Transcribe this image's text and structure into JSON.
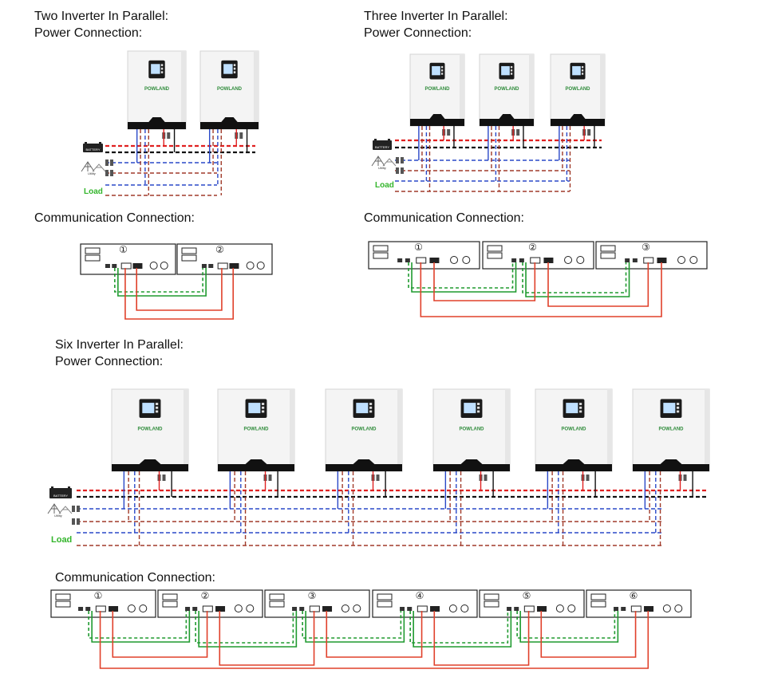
{
  "sections": {
    "two": {
      "title": "Two Inverter In Parallel:",
      "subtitle": "Power Connection:",
      "comm_title": "Communication Connection:",
      "comm_numbers": [
        "①",
        "②"
      ]
    },
    "three": {
      "title": "Three Inverter In Parallel:",
      "subtitle": "Power Connection:",
      "comm_title": "Communication Connection:",
      "comm_numbers": [
        "①",
        "②",
        "③"
      ]
    },
    "six": {
      "title": "Six Inverter In Parallel:",
      "subtitle": "Power Connection:",
      "comm_title": "Communication Connection:",
      "comm_numbers": [
        "①",
        "②",
        "③",
        "④",
        "⑤",
        "⑥"
      ]
    }
  },
  "labels": {
    "brand": "POWLAND",
    "load": "Load",
    "battery": "BATTERY",
    "utility": "Utility"
  },
  "colors": {
    "battery_pos": "#e02020",
    "battery_neg": "#111111",
    "ac_line": "#2a48c8",
    "ac_neutral": "#a03a2a",
    "comm_green": "#1f9a2f",
    "comm_red": "#e0402a",
    "load_text": "#33b52b"
  }
}
